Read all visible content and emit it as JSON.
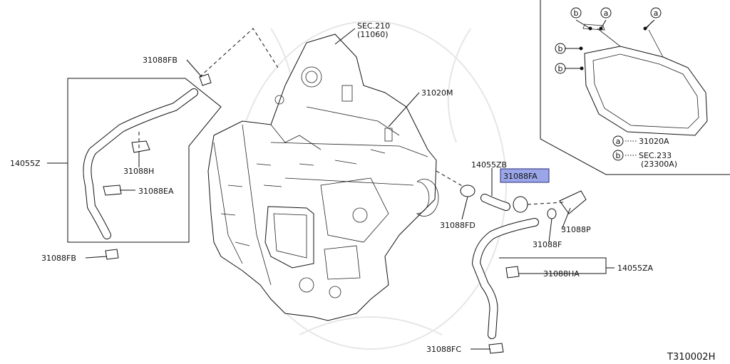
{
  "labels": {
    "sec210_a": "SEC.210",
    "sec210_b": "(11060)",
    "p31088FB_top": "31088FB",
    "p31020M": "31020M",
    "p14055Z": "14055Z",
    "p31088H": "31088H",
    "p31088EA": "31088EA",
    "p31088FB_bot": "31088FB",
    "p14055ZB": "14055ZB",
    "p31088FA": "31088FA",
    "p31088FD": "31088FD",
    "p31088P": "31088P",
    "p31088F": "31088F",
    "p14055ZA": "14055ZA",
    "p31088HA": "31088HA",
    "p31088FC": "31088FC",
    "legend_a_code": "31020A",
    "legend_b_code_1": "SEC.233",
    "legend_b_code_2": "(23300A)",
    "callout_a": "a",
    "callout_b": "b",
    "diagram_id": "T310002H"
  },
  "highlight_color": "#9aa6e8"
}
